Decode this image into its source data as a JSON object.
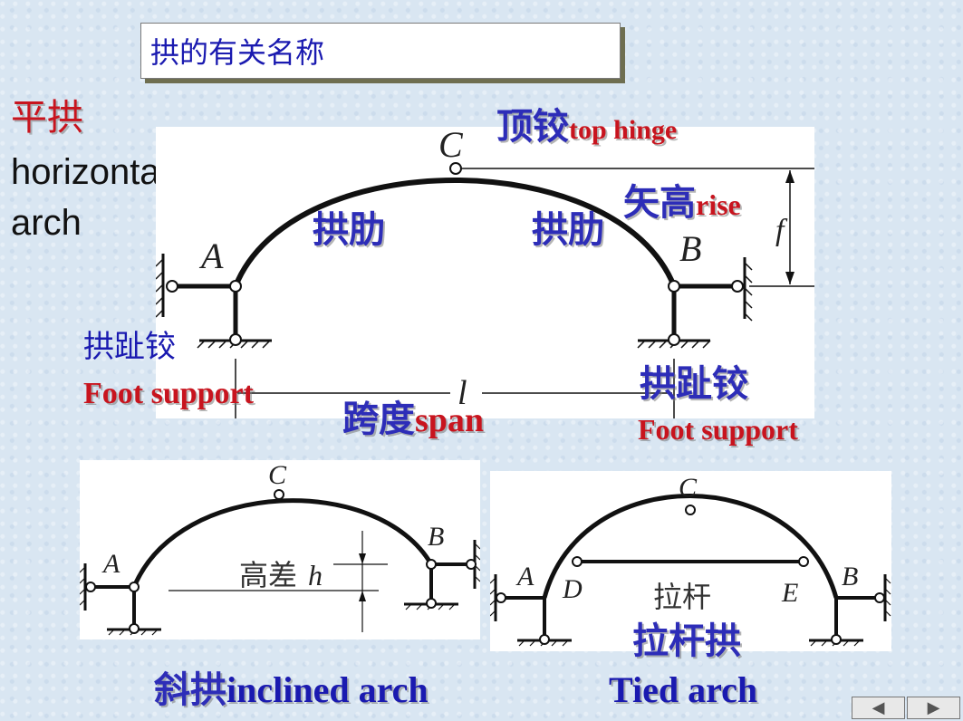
{
  "header": {
    "title": "拱的有关名称"
  },
  "horizontal": {
    "cn": "平拱",
    "en_line1": "horizontal",
    "en_line2": "arch",
    "point_c": "C",
    "point_a": "A",
    "point_b": "B",
    "top_hinge_cn": "顶铰",
    "top_hinge_en": "top hinge",
    "rib_left": "拱肋",
    "rib_right": "拱肋",
    "rise_cn": "矢高",
    "rise_en": "rise",
    "rise_symbol": "f",
    "foot_left_cn": "拱趾铰",
    "foot_left_en": "Foot support",
    "foot_right_cn": "拱趾铰",
    "foot_right_en": "Foot support",
    "span_symbol": "l",
    "span_cn": "跨度",
    "span_en": "span"
  },
  "inclined": {
    "point_c": "C",
    "point_a": "A",
    "point_b": "B",
    "height_diff": "高差",
    "height_symbol": "h",
    "caption_cn": "斜拱",
    "caption_en": "inclined arch"
  },
  "tied": {
    "point_c": "C",
    "point_a": "A",
    "point_b": "B",
    "point_d": "D",
    "point_e": "E",
    "tie_rod": "拉杆",
    "caption_cn": "拉杆拱",
    "caption_en": "Tied arch"
  },
  "nav": {
    "prev_icon": "◀",
    "next_icon": "▶"
  }
}
